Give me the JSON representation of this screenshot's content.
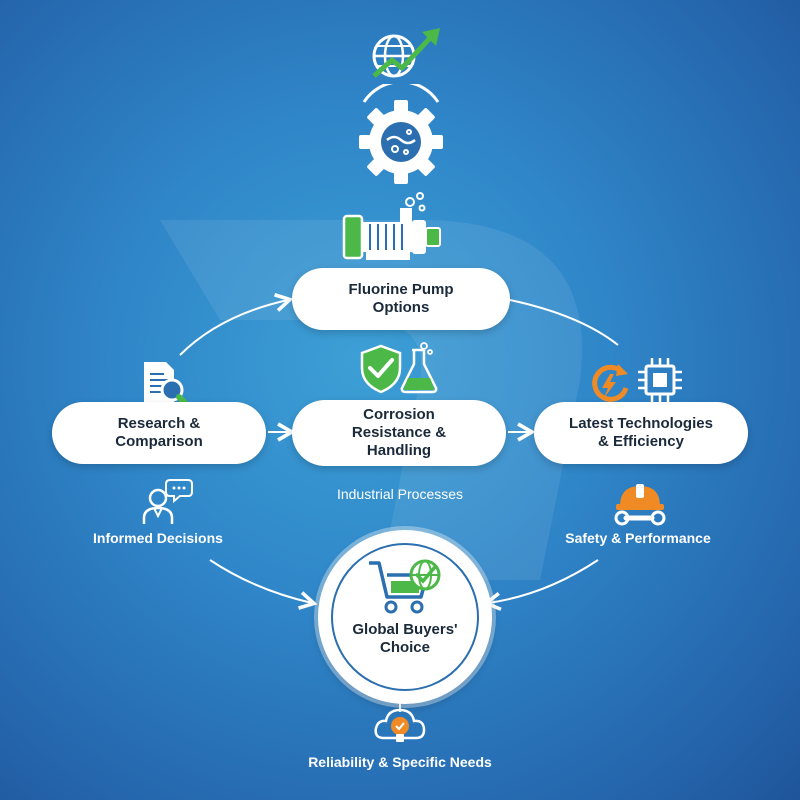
{
  "nodes": {
    "top": "Fluorine Pump\nOptions",
    "left": "Research &\nComparison",
    "middle": "Corrosion\nResistance &\nHandling",
    "right": "Latest Technologies\n& Efficiency",
    "center": "Global Buyers'\nChoice"
  },
  "labels": {
    "industrial": "Industrial Processes",
    "informed": "Informed Decisions",
    "safety": "Safety & Performance",
    "reliability": "Reliability & Specific Needs"
  },
  "colors": {
    "background": "#2f86c8",
    "accent_green": "#4cb847",
    "accent_orange": "#f08a24",
    "icon_blue": "#2b6fb0",
    "white": "#ffffff"
  },
  "icons": [
    "globe-growth-icon",
    "gear-water-icon",
    "pump-icon",
    "document-search-icon",
    "shield-check-icon",
    "flask-icon",
    "refresh-lightning-icon",
    "chip-icon",
    "person-chat-icon",
    "hardhat-wrench-icon",
    "cart-globe-icon",
    "cloud-bulb-icon"
  ]
}
